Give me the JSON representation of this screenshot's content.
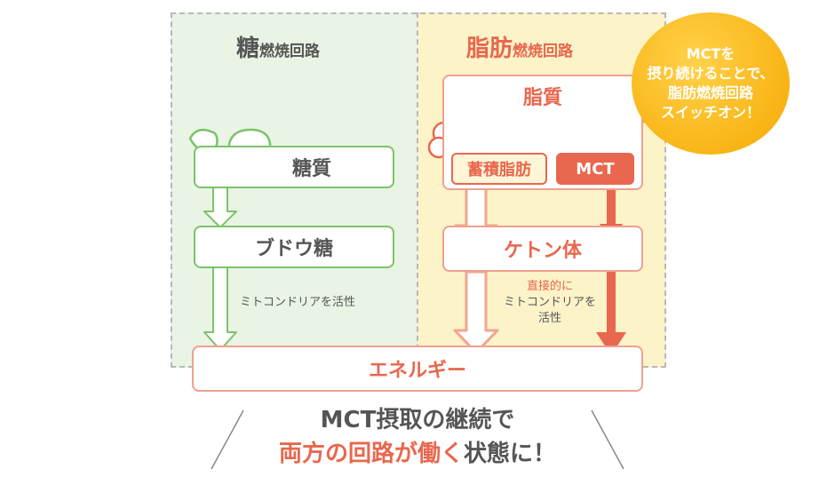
{
  "colors": {
    "green": "#7bc36a",
    "green_bg": "#e9f4e4",
    "orange": "#e8674e",
    "yellow_bg": "#fcf3c8",
    "bubble": "#f6a800",
    "text": "#555555"
  },
  "sugar_panel": {
    "title_main": "糖",
    "title_sub": "燃焼回路",
    "box_sugar": "糖質",
    "box_glucose": "ブドウ糖",
    "label_mito": "ミトコンドリアを活性",
    "icons": [
      "food-icon"
    ]
  },
  "fat_panel": {
    "title_main": "脂肪",
    "title_sub": "燃焼回路",
    "box_lipid": "脂質",
    "box_stored_fat": "蓄積脂肪",
    "box_mct": "MCT",
    "box_ketone": "ケトン体",
    "label_direct": [
      "直接的に",
      "ミトコンドリアを",
      "活性"
    ],
    "icons": [
      "fat-tissue-icon",
      "butter-icon"
    ]
  },
  "energy_box": "エネルギー",
  "bubble": {
    "lines": [
      "MCTを",
      "摂り続けることで、",
      "脂肪燃焼回路",
      "スイッチオン！"
    ]
  },
  "bottom": {
    "line1": "MCT摂取の継続で",
    "line2_accent": "両方の回路が働く",
    "line2_rest": "状態に！"
  }
}
